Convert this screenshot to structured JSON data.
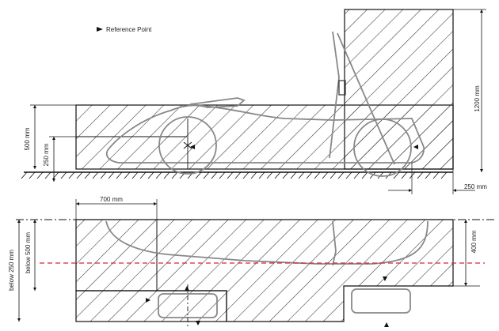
{
  "legend": {
    "text": "Reference Point"
  },
  "dimensions": {
    "height_500": "500 mm",
    "height_250": "250 mm",
    "height_1200": "1200 mm",
    "offset_250": "250 mm",
    "width_700": "700 mm",
    "below_250": "below 250 mm",
    "below_500": "below 500 mm",
    "height_400": "400 mm"
  }
}
